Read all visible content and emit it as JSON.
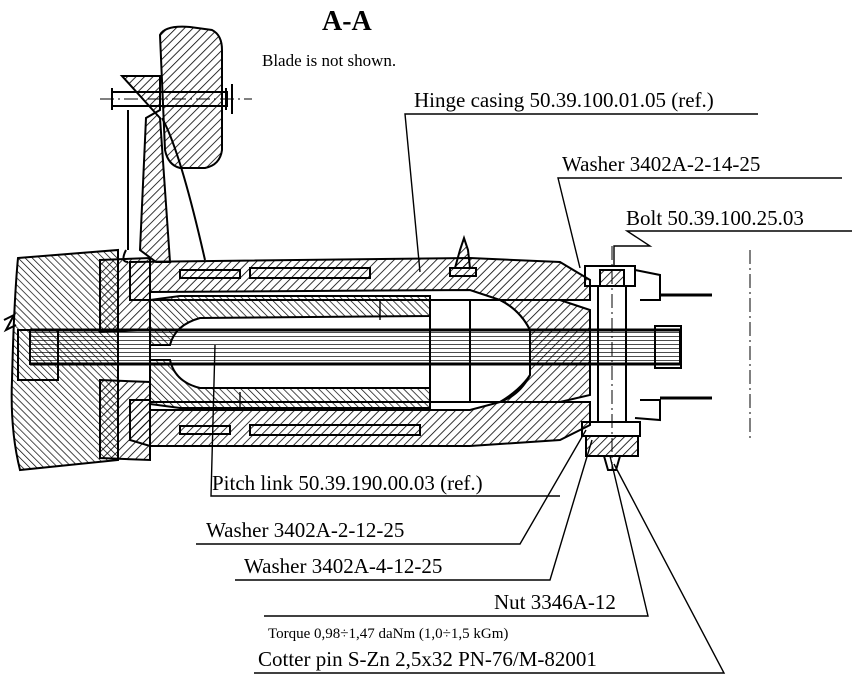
{
  "section": {
    "title": "A-A",
    "note": "Blade is not shown."
  },
  "callouts": {
    "hinge_casing": "Hinge casing 50.39.100.01.05 (ref.)",
    "washer_top": "Washer 3402A-2-14-25",
    "bolt": "Bolt 50.39.100.25.03",
    "pitch_link": "Pitch link 50.39.190.00.03 (ref.)",
    "washer_12": "Washer 3402A-2-12-25",
    "washer_4_12": "Washer 3402A-4-12-25",
    "nut": "Nut 3346A-12",
    "torque": "Torque 0,98÷1,47 daNm (1,0÷1,5 kGm)",
    "cotter_pin": "Cotter pin S-Zn 2,5x32 PN-76/M-82001"
  }
}
